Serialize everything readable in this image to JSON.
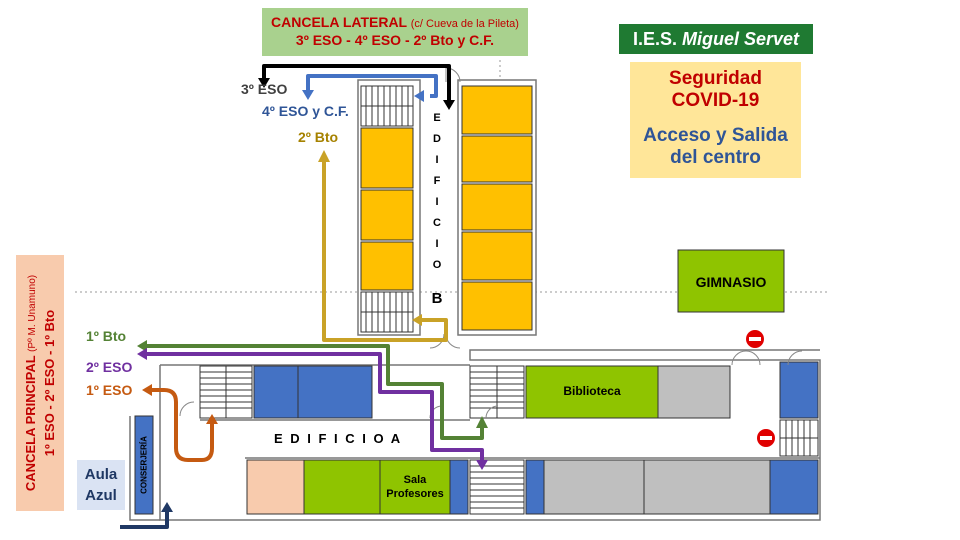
{
  "gate_side": {
    "title": "CANCELA LATERAL",
    "title_note": "(c/ Cueva de la Pileta)",
    "groups": "3º ESO - 4º ESO - 2º Bto y C.F."
  },
  "school": {
    "prefix": "I.E.S.",
    "name": "Miguel Servet"
  },
  "notice": {
    "line1": "Seguridad",
    "line2": "COVID-19",
    "line3": "Acceso y Salida",
    "line4": "del centro"
  },
  "gate_main": {
    "title": "CANCELA PRINCIPAL",
    "title_note": "(Pº M. Unamuno)",
    "groups": "1º ESO - 2º ESO - 1º Bto"
  },
  "routes_b": [
    "3º ESO",
    "4º ESO y C.F.",
    "2º Bto"
  ],
  "routes_a": [
    "1º Bto",
    "2º ESO",
    "1º ESO"
  ],
  "building_b_letters": [
    "E",
    "D",
    "I",
    "F",
    "I",
    "C",
    "I",
    "O",
    "B"
  ],
  "building_a": "E D I F I C I O  A",
  "rooms": {
    "gym": "GIMNASIO",
    "library": "Biblioteca",
    "staff_line1": "Sala",
    "staff_line2": "Profesores",
    "conserjeria": "CONSERJERÍA",
    "aula_line1": "Aula",
    "aula_line2": "Azul"
  },
  "colors": {
    "route_3eso": "#000000",
    "route_4eso": "#4472c4",
    "route_2bto": "#c9a227",
    "route_1bto": "#548235",
    "route_2eso": "#7030a0",
    "route_1eso": "#c55a11",
    "classroom_yellow": "#ffc000",
    "room_green": "#8fc400",
    "room_blue": "#4472c4",
    "room_grey": "#bfbfbf",
    "room_peach": "#f8cbad",
    "header_green": "#a9d18e",
    "school_green": "#1f7a32",
    "notice_bg": "#ffe699",
    "notice_red": "#c00000",
    "notice_blue": "#2f5597",
    "gate_main_bg": "#f8cbad"
  }
}
